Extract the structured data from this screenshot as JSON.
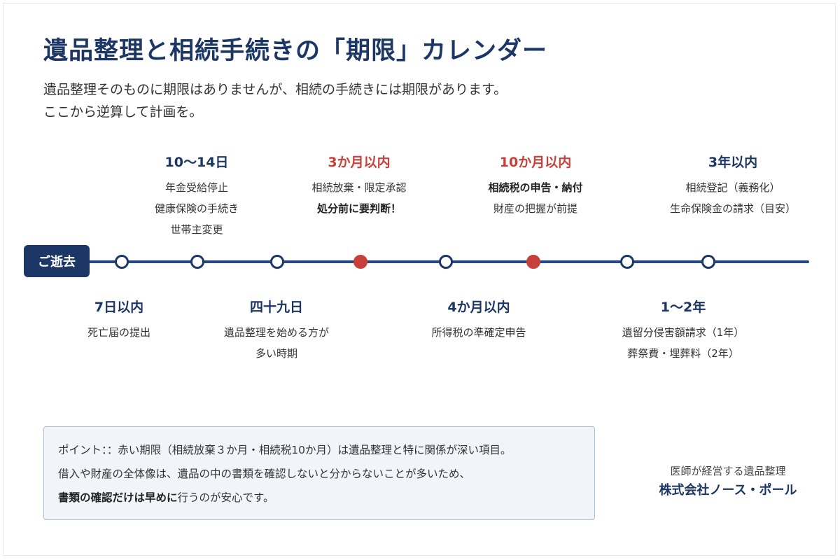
{
  "title": "遺品整理と相続手続きの「期限」カレンダー",
  "subtitle": [
    "遺品整理そのものに期限はありませんが、相続の手続きには期限があります。",
    "ここから逆算して計画を。"
  ],
  "start_label": "ご逝去",
  "colors": {
    "navy": "#1c3766",
    "red": "#c7413a"
  },
  "nodes": [
    {
      "color": "navy"
    },
    {
      "color": "navy"
    },
    {
      "color": "navy"
    },
    {
      "color": "red"
    },
    {
      "color": "navy"
    },
    {
      "color": "red"
    },
    {
      "color": "navy"
    },
    {
      "color": "navy"
    }
  ],
  "events_top": [
    {
      "label": "10〜14日",
      "lines": [
        "年金受給停止",
        "健康保険の手続き",
        "世帯主変更"
      ],
      "bold_lines": []
    },
    {
      "label": "3か月以内",
      "highlight": true,
      "lines": [
        "相続放棄・限定承認",
        "処分前に要判断！"
      ],
      "bold_lines": [
        1
      ]
    },
    {
      "label": "10か月以内",
      "highlight": true,
      "lines": [
        "相続税の申告・納付",
        "財産の把握が前提"
      ],
      "bold_lines": [
        0
      ]
    },
    {
      "label": "3年以内",
      "lines": [
        "相続登記（義務化）",
        "生命保険金の請求（目安）"
      ],
      "bold_lines": []
    }
  ],
  "events_bottom": [
    {
      "label": "7日以内",
      "lines": [
        "死亡届の提出"
      ]
    },
    {
      "label": "四十九日",
      "lines": [
        "遺品整理を始める方が",
        "多い時期"
      ]
    },
    {
      "label": "4か月以内",
      "lines": [
        "所得税の準確定申告"
      ]
    },
    {
      "label": "1〜2年",
      "lines": [
        "遺留分侵害額請求（1年）",
        "葬祭費・埋葬料（2年）"
      ]
    }
  ],
  "point": {
    "line1": "ポイント：：赤い期限（相続放棄３か月・相続税10か月）は遺品整理と特に関係が深い項目。",
    "line2": "借入や財産の全体像は、遺品の中の書類を確認しないと分からないことが多いため、",
    "line3_strong": "書類の確認だけは早めに",
    "line3_rest": "行うのが安心です。"
  },
  "company": {
    "tagline": "医師が経営する遺品整理",
    "name": "株式会社ノース・ポール"
  }
}
